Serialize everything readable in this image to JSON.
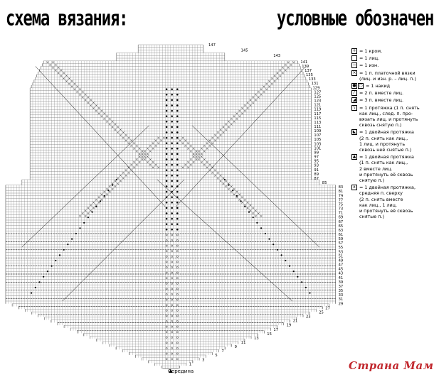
{
  "header": {
    "chart_title": "схема вязания:",
    "legend_title": "условные обозначения:"
  },
  "chart": {
    "row_labels_right": [
      "141",
      "139",
      "137",
      "135",
      "133",
      "131",
      "129",
      "127",
      "125",
      "123",
      "121",
      "119",
      "117",
      "115",
      "113",
      "111",
      "109",
      "107",
      "105",
      "103",
      "101",
      "99",
      "97",
      "95",
      "93",
      "91",
      "89",
      "87",
      "85",
      "83",
      "81",
      "79",
      "77",
      "75",
      "73",
      "71",
      "69",
      "67",
      "65",
      "63",
      "61",
      "59",
      "57",
      "55",
      "53",
      "51",
      "49",
      "47",
      "45",
      "43",
      "41",
      "39",
      "37",
      "35",
      "33",
      "31",
      "29",
      "27",
      "25",
      "23",
      "21",
      "19",
      "17",
      "15",
      "13",
      "11",
      "9",
      "7",
      "5",
      "3",
      "1"
    ],
    "row_labels_top": [
      "147",
      "145",
      "143"
    ],
    "center_label": "Середина"
  },
  "legend": {
    "items": [
      {
        "symbol": "+",
        "text": "= 1 кром."
      },
      {
        "symbol": " ",
        "text": "= 1 лиц."
      },
      {
        "symbol": "−",
        "text": "= 1 изн."
      },
      {
        "symbol": "×",
        "text": "= 1 п. платочной вязки\n(лиц. и изн. р. – лиц. п.)"
      },
      {
        "symbol": "●",
        "symbol2": "○",
        "text": "= 1 накид"
      },
      {
        "symbol": "⁄",
        "text": "= 2 п. вместе лиц."
      },
      {
        "symbol": "◢",
        "text": "= 3 п. вместе лиц."
      },
      {
        "symbol": "\\",
        "text": "= 1 протяжка (1 п. снять\nкак лиц., след. п. про-\nвязать лиц. и протянуть\nсквозь снятую п.)"
      },
      {
        "symbol": "◣",
        "text": "= 1 двойная протяжка\n(2 п. снять как лиц.,\n1 лиц. и протянуть\nсквозь неё снятые п.)"
      },
      {
        "symbol": "▲",
        "text": "= 1 двойная протяжка\n(1 п. снять как лиц.,\n2 вместе лиц.\nи протянуть её сквозь\nснятую п.)"
      },
      {
        "symbol": "⊼",
        "text": "= 1 двойная протяжка,\nсредняя п. сверху\n(2 п. снять вместе\nкак лиц., 1 лиц.\nи протянуть её сквозь\nснятые п.)"
      }
    ]
  },
  "watermark": "Страна Мам"
}
